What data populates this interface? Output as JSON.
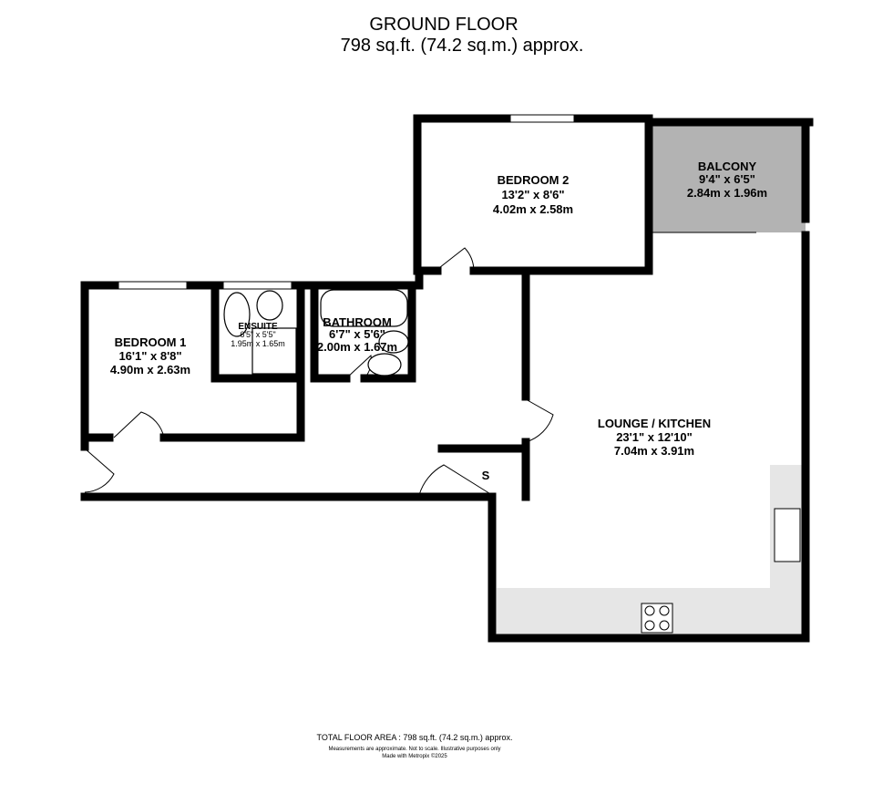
{
  "header": {
    "title": "GROUND FLOOR",
    "area": "798 sq.ft. (74.2 sq.m.) approx."
  },
  "rooms": [
    {
      "name": "BEDROOM 2",
      "imperial": "13'2\"  x 8'6\"",
      "metric": "4.02m  x 2.58m"
    },
    {
      "name": "BALCONY",
      "imperial": "9'4\"  x 6'5\"",
      "metric": "2.84m  x 1.96m"
    },
    {
      "name": "BEDROOM 1",
      "imperial": "16'1\"  x 8'8\"",
      "metric": "4.90m  x 2.63m"
    },
    {
      "name": "ENSUITE",
      "imperial": "6'5\"  x 5'5\"",
      "metric": "1.95m  x 1.65m"
    },
    {
      "name": "BATHROOM",
      "imperial": "6'7\"  x 5'6\"",
      "metric": "2.00m  x 1.67m"
    },
    {
      "name": "LOUNGE / KITCHEN",
      "imperial": "23'1\"  x 12'10\"",
      "metric": "7.04m  x 3.91m"
    },
    {
      "name": "S"
    }
  ],
  "footer": {
    "total": "TOTAL FLOOR AREA : 798 sq.ft. (74.2 sq.m.) approx.",
    "disclaimer": "Measurements are approximate.  Not to scale.  Illustrative purposes only",
    "credit": "Made with Metropix ©2025"
  },
  "colors": {
    "wall": "#000000",
    "balcony": "#b3b3b3",
    "counter": "#e6e6e6"
  }
}
